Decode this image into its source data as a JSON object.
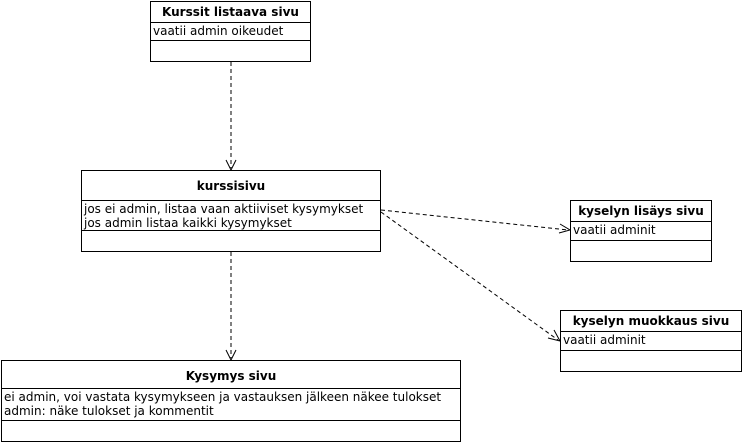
{
  "diagram": {
    "nodes": [
      {
        "id": "courses_list",
        "title": "Kurssit listaava sivu",
        "attributes": [
          "vaatii admin oikeudet"
        ]
      },
      {
        "id": "course_page",
        "title": "kurssisivu",
        "attributes": [
          "jos ei admin, listaa vaan aktiiviset kysymykset",
          "jos admin listaa kaikki kysymykset"
        ]
      },
      {
        "id": "survey_add",
        "title": "kyselyn lisäys sivu",
        "attributes": [
          "vaatii adminit"
        ]
      },
      {
        "id": "survey_edit",
        "title": "kyselyn muokkaus sivu",
        "attributes": [
          "vaatii adminit"
        ]
      },
      {
        "id": "question_page",
        "title": "Kysymys sivu",
        "attributes": [
          "ei admin, voi vastata kysymykseen ja vastauksen jälkeen näkee tulokset",
          "admin: näke tulokset ja kommentit"
        ]
      }
    ],
    "edges": [
      {
        "from": "courses_list",
        "to": "course_page",
        "style": "dashed"
      },
      {
        "from": "course_page",
        "to": "question_page",
        "style": "dashed"
      },
      {
        "from": "course_page",
        "to": "survey_add",
        "style": "dashed"
      },
      {
        "from": "course_page",
        "to": "survey_edit",
        "style": "dashed"
      }
    ]
  }
}
